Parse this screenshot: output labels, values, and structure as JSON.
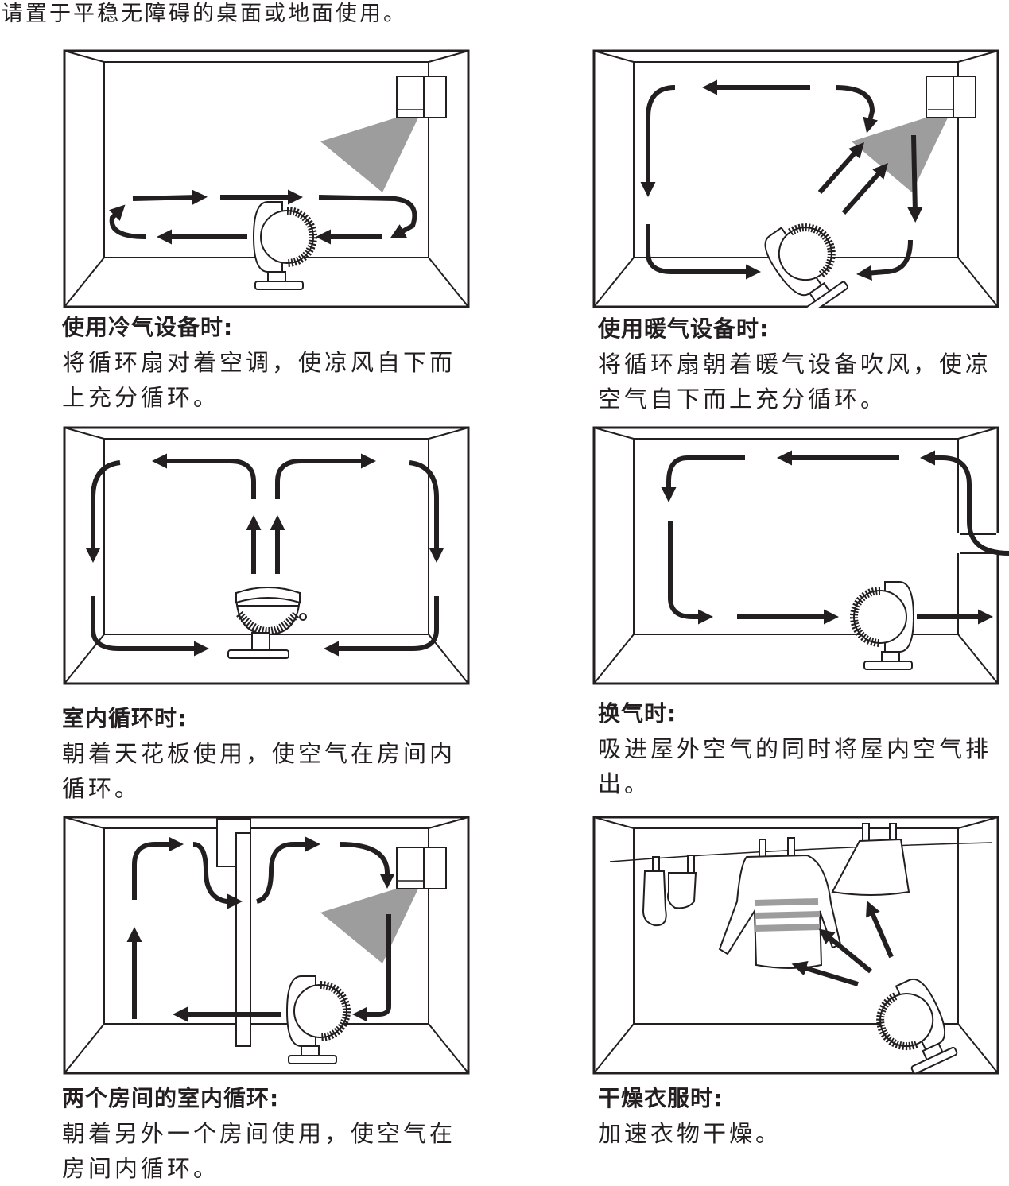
{
  "intro": "请置于平稳无障碍的桌面或地面使用。",
  "scenes": [
    {
      "title": "使用冷气设备时:",
      "desc": "将循环扇对着空调，使凉风自下而上充分循环。"
    },
    {
      "title": "使用暖气设备时:",
      "desc": "将循环扇朝着暖气设备吹风，使凉空气自下而上充分循环。"
    },
    {
      "title": "室内循环时:",
      "desc": "朝着天花板使用，使空气在房间内循环。"
    },
    {
      "title": "换气时:",
      "desc": "吸进屋外空气的同时将屋内空气排出。"
    },
    {
      "title": "两个房间的室内循环:",
      "desc": "朝着另外一个房间使用，使空气在房间内循环。"
    },
    {
      "title": "干燥衣服时:",
      "desc": "加速衣物干燥。"
    }
  ],
  "colors": {
    "ink": "#231f20",
    "airflow": "#9d9d9d"
  }
}
